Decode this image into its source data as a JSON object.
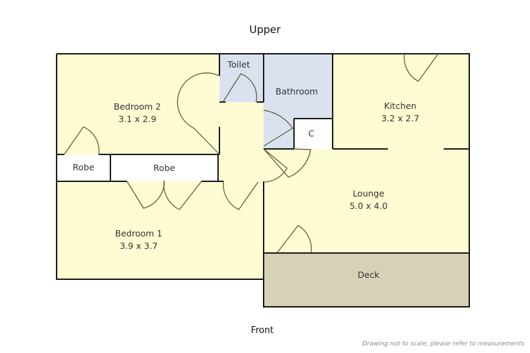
{
  "title": "Upper",
  "orientation_label": "Front",
  "disclaimer": "Drawing not to scale, please refer to measurements",
  "colors": {
    "room_fill": "#fefcd3",
    "wet_fill": "#d9e2ee",
    "deck_fill": "#d7d1b7",
    "storage_fill": "#ffffff",
    "wall": "#1a1a1a",
    "door": "#5a5530"
  },
  "rooms": {
    "bedroom2": {
      "name": "Bedroom 2",
      "size": "3.1 x 2.9"
    },
    "toilet": {
      "name": "Toilet"
    },
    "bathroom": {
      "name": "Bathroom"
    },
    "cupboard": {
      "name": "C"
    },
    "kitchen": {
      "name": "Kitchen",
      "size": "3.2 x 2.7"
    },
    "robe_small": {
      "name": "Robe"
    },
    "robe_large": {
      "name": "Robe"
    },
    "lounge": {
      "name": "Lounge",
      "size": "5.0 x 4.0"
    },
    "bedroom1": {
      "name": "Bedroom 1",
      "size": "3.9 x 3.7"
    },
    "deck": {
      "name": "Deck"
    }
  }
}
